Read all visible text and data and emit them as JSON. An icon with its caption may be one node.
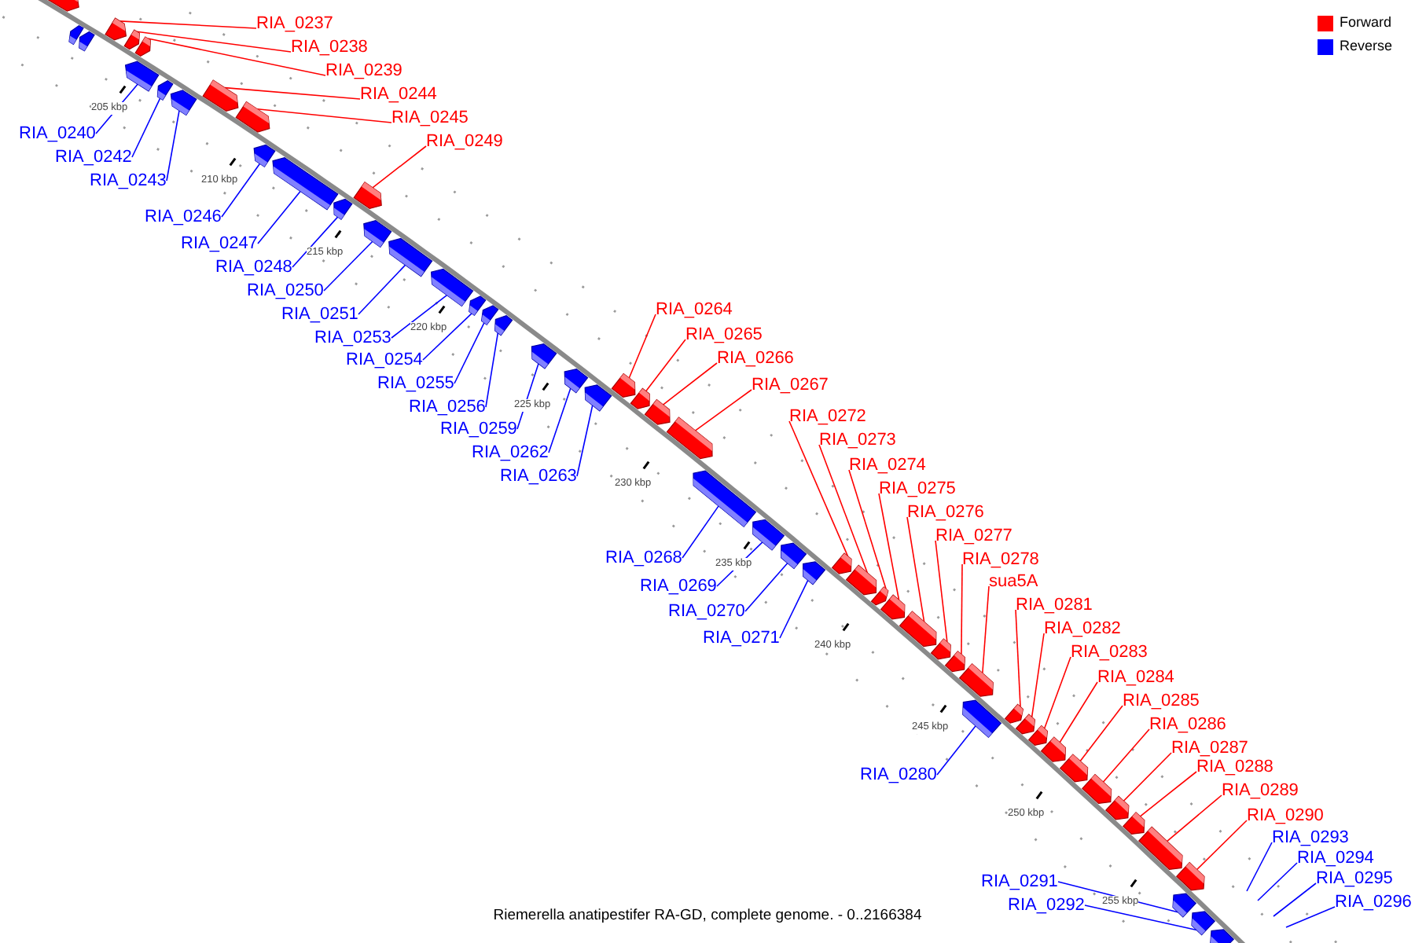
{
  "diagram": {
    "caption": "Riemerella anatipestifer RA-GD, complete genome. - 0..2166384",
    "nodes": [
      {
        "text": [
          "RIA_0237"
        ]
      },
      {
        "text": [
          "RIA_0238"
        ]
      },
      {
        "text": [
          "RIA_0239"
        ]
      },
      {
        "text": [
          "RIA_0244"
        ]
      },
      {
        "text": [
          "RIA_0245"
        ]
      },
      {
        "text": [
          "RIA_0249"
        ]
      },
      {
        "text": [
          "RIA_0240"
        ]
      },
      {
        "text": [
          "RIA_0242"
        ]
      },
      {
        "text": [
          "RIA_0243"
        ]
      },
      {
        "text": [
          "RIA_0246"
        ]
      },
      {
        "text": [
          "RIA_0247"
        ]
      },
      {
        "text": [
          "RIA_0248"
        ]
      },
      {
        "text": [
          "RIA_0250"
        ]
      },
      {
        "text": [
          "RIA_0251"
        ]
      },
      {
        "text": [
          "RIA_0253"
        ]
      },
      {
        "text": [
          "RIA_0254"
        ]
      },
      {
        "text": [
          "RIA_0255"
        ]
      },
      {
        "text": [
          "RIA_0256"
        ]
      },
      {
        "text": [
          "RIA_0259"
        ]
      },
      {
        "text": [
          "RIA_0262"
        ]
      },
      {
        "text": [
          "RIA_0263"
        ]
      },
      {
        "text": [
          "RIA_0264"
        ]
      },
      {
        "text": [
          "RIA_0265"
        ]
      },
      {
        "text": [
          "RIA_0266"
        ]
      },
      {
        "text": [
          "RIA_0267"
        ]
      },
      {
        "text": [
          "RIA_0268"
        ]
      },
      {
        "text": [
          "RIA_0269"
        ]
      },
      {
        "text": [
          "RIA_0270"
        ]
      },
      {
        "text": [
          "RIA_0271"
        ]
      },
      {
        "text": [
          "RIA_0272"
        ]
      },
      {
        "text": [
          "RIA_0273"
        ]
      },
      {
        "text": [
          "RIA_0274"
        ]
      },
      {
        "text": [
          "RIA_0275"
        ]
      },
      {
        "text": [
          "RIA_0276"
        ]
      },
      {
        "text": [
          "RIA_0277"
        ]
      },
      {
        "text": [
          "RIA_0278"
        ]
      },
      {
        "text": [
          "sua5A"
        ]
      },
      {
        "text": [
          "RIA_0280"
        ]
      },
      {
        "text": [
          "RIA_0281"
        ]
      },
      {
        "text": [
          "RIA_0282"
        ]
      },
      {
        "text": [
          "RIA_0283"
        ]
      },
      {
        "text": [
          "RIA_0284"
        ]
      },
      {
        "text": [
          "RIA_0285"
        ]
      },
      {
        "text": [
          "RIA_0286"
        ]
      },
      {
        "text": [
          "RIA_0287"
        ]
      },
      {
        "text": [
          "RIA_0288"
        ]
      },
      {
        "text": [
          "RIA_0289"
        ]
      },
      {
        "text": [
          "RIA_0290"
        ]
      },
      {
        "text": [
          "RIA_0291"
        ]
      },
      {
        "text": [
          "RIA_0292"
        ]
      },
      {
        "text": [
          "RIA_0293"
        ]
      },
      {
        "text": [
          "RIA_0294"
        ]
      },
      {
        "text": [
          "RIA_0295"
        ]
      },
      {
        "text": [
          "RIA_0296"
        ]
      },
      {
        "text": [],
        "shape": "box"
      },
      {
        "text": [],
        "shape": "box"
      },
      {
        "text": [],
        "shape": "box"
      },
      {
        "text": [],
        "shape": "box"
      },
      {
        "text": [],
        "shape": "box"
      },
      {
        "text": [],
        "shape": "box"
      },
      {
        "text": [],
        "shape": "box"
      },
      {
        "text": [],
        "shape": "box"
      },
      {
        "text": [],
        "shape": "box"
      },
      {
        "text": [],
        "shape": "box"
      },
      {
        "text": [],
        "shape": "box"
      },
      {
        "text": [],
        "shape": "box"
      },
      {
        "text": [],
        "shape": "box"
      },
      {
        "text": [],
        "shape": "box"
      },
      {
        "text": [],
        "shape": "box"
      },
      {
        "text": [],
        "shape": "box"
      },
      {
        "text": [],
        "shape": "box"
      },
      {
        "text": [],
        "shape": "box"
      },
      {
        "text": [],
        "shape": "box"
      },
      {
        "text": [],
        "shape": "box"
      },
      {
        "text": [],
        "shape": "box"
      },
      {
        "text": [],
        "shape": "box"
      },
      {
        "text": [],
        "shape": "box"
      },
      {
        "text": [],
        "shape": "box"
      },
      {
        "text": [],
        "shape": "box"
      },
      {
        "text": [],
        "shape": "box"
      },
      {
        "text": [],
        "shape": "box"
      },
      {
        "text": [],
        "shape": "box"
      },
      {
        "text": [],
        "shape": "box"
      },
      {
        "text": [],
        "shape": "box"
      },
      {
        "text": [],
        "shape": "box"
      },
      {
        "text": [],
        "shape": "box"
      },
      {
        "text": [],
        "shape": "box"
      },
      {
        "text": [],
        "shape": "box"
      },
      {
        "text": [],
        "shape": "box"
      },
      {
        "text": [],
        "shape": "box"
      },
      {
        "text": [],
        "shape": "box"
      },
      {
        "text": [],
        "shape": "box"
      },
      {
        "text": [],
        "shape": "box"
      },
      {
        "text": [],
        "shape": "box"
      },
      {
        "text": [],
        "shape": "box"
      },
      {
        "text": [],
        "shape": "box"
      },
      {
        "text": [],
        "shape": "box"
      },
      {
        "text": [],
        "shape": "box"
      },
      {
        "text": [],
        "shape": "box"
      },
      {
        "text": [],
        "shape": "box"
      },
      {
        "text": [],
        "shape": "box"
      },
      {
        "text": [],
        "shape": "box"
      },
      {
        "text": [],
        "shape": "box"
      },
      {
        "text": [],
        "shape": "box"
      },
      {
        "text": [],
        "shape": "box"
      },
      {
        "text": [],
        "shape": "box"
      },
      {
        "text": [],
        "shape": "box"
      },
      {
        "text": [],
        "shape": "box"
      }
    ],
    "edges": [
      {
        "from": 0,
        "to": 57,
        "arrow": "none"
      },
      {
        "from": 1,
        "to": 59,
        "arrow": "none"
      },
      {
        "from": 2,
        "to": 60,
        "arrow": "none"
      },
      {
        "from": 3,
        "to": 63,
        "arrow": "none"
      },
      {
        "from": 4,
        "to": 64,
        "arrow": "none"
      },
      {
        "from": 5,
        "to": 68,
        "arrow": "none"
      },
      {
        "from": 6,
        "to": 58,
        "arrow": "none",
        "color": "#0000ff"
      },
      {
        "from": 7,
        "to": 61,
        "arrow": "none",
        "color": "#0000ff"
      },
      {
        "from": 8,
        "to": 62,
        "arrow": "none",
        "color": "#0000ff"
      },
      {
        "from": 9,
        "to": 65,
        "arrow": "none",
        "color": "#0000ff"
      },
      {
        "from": 10,
        "to": 66,
        "arrow": "none",
        "color": "#0000ff"
      },
      {
        "from": 11,
        "to": 67,
        "arrow": "none",
        "color": "#0000ff"
      },
      {
        "from": 12,
        "to": 69,
        "arrow": "none",
        "color": "#0000ff"
      },
      {
        "from": 13,
        "to": 70,
        "arrow": "none",
        "color": "#0000ff"
      },
      {
        "from": 14,
        "to": 71,
        "arrow": "none",
        "color": "#0000ff"
      },
      {
        "from": 15,
        "to": 72,
        "arrow": "none",
        "color": "#0000ff"
      },
      {
        "from": 16,
        "to": 73,
        "arrow": "none",
        "color": "#0000ff"
      },
      {
        "from": 17,
        "to": 74,
        "arrow": "none",
        "color": "#0000ff"
      },
      {
        "from": 18,
        "to": 75,
        "arrow": "none",
        "color": "#0000ff"
      },
      {
        "from": 19,
        "to": 76,
        "arrow": "none",
        "color": "#0000ff"
      },
      {
        "from": 20,
        "to": 77,
        "arrow": "none",
        "color": "#0000ff"
      },
      {
        "from": 21,
        "to": 78,
        "arrow": "none"
      },
      {
        "from": 22,
        "to": 79,
        "arrow": "none"
      },
      {
        "from": 23,
        "to": 80,
        "arrow": "none"
      },
      {
        "from": 24,
        "to": 81,
        "arrow": "none"
      },
      {
        "from": 25,
        "to": 82,
        "arrow": "none",
        "color": "#0000ff"
      },
      {
        "from": 26,
        "to": 83,
        "arrow": "none",
        "color": "#0000ff"
      },
      {
        "from": 27,
        "to": 84,
        "arrow": "none",
        "color": "#0000ff"
      },
      {
        "from": 28,
        "to": 85,
        "arrow": "none",
        "color": "#0000ff"
      },
      {
        "from": 29,
        "to": 86,
        "arrow": "none"
      },
      {
        "from": 30,
        "to": 87,
        "arrow": "none"
      },
      {
        "from": 31,
        "to": 88,
        "arrow": "none"
      },
      {
        "from": 32,
        "to": 89,
        "arrow": "none"
      },
      {
        "from": 33,
        "to": 90,
        "arrow": "none"
      },
      {
        "from": 34,
        "to": 91,
        "arrow": "none"
      },
      {
        "from": 35,
        "to": 92,
        "arrow": "none"
      },
      {
        "from": 36,
        "to": 93,
        "arrow": "none"
      },
      {
        "from": 37,
        "to": 94,
        "arrow": "none",
        "color": "#0000ff"
      },
      {
        "from": 38,
        "to": 95,
        "arrow": "none"
      },
      {
        "from": 39,
        "to": 96,
        "arrow": "none"
      },
      {
        "from": 40,
        "to": 97,
        "arrow": "none"
      },
      {
        "from": 41,
        "to": 98,
        "arrow": "none"
      },
      {
        "from": 42,
        "to": 99,
        "arrow": "none"
      },
      {
        "from": 43,
        "to": 100,
        "arrow": "none"
      },
      {
        "from": 44,
        "to": 101,
        "arrow": "none"
      },
      {
        "from": 45,
        "to": 102,
        "arrow": "none"
      },
      {
        "from": 46,
        "to": 103,
        "arrow": "none"
      },
      {
        "from": 47,
        "to": 105,
        "arrow": "none"
      },
      {
        "from": 48,
        "to": 104,
        "arrow": "none",
        "color": "#0000ff"
      },
      {
        "from": 49,
        "to": 106,
        "arrow": "none",
        "color": "#0000ff"
      },
      {
        "from": 50,
        "to": null,
        "arrow": "none",
        "color": "#0000ff"
      },
      {
        "from": 51,
        "to": null,
        "arrow": "none",
        "color": "#0000ff"
      },
      {
        "from": 52,
        "to": null,
        "arrow": "none",
        "color": "#0000ff"
      },
      {
        "from": 53,
        "to": null,
        "arrow": "none",
        "color": "#0000ff"
      }
    ],
    "labels": [
      "205 kbp",
      "210 kbp",
      "215 kbp",
      "220 kbp",
      "225 kbp",
      "230 kbp",
      "235 kbp",
      "240 kbp",
      "245 kbp",
      "250 kbp",
      "255 kbp"
    ],
    "legend": [
      {
        "text": "Forward",
        "color": "#ff0000"
      },
      {
        "text": "Reverse",
        "color": "#0000ff"
      }
    ]
  }
}
